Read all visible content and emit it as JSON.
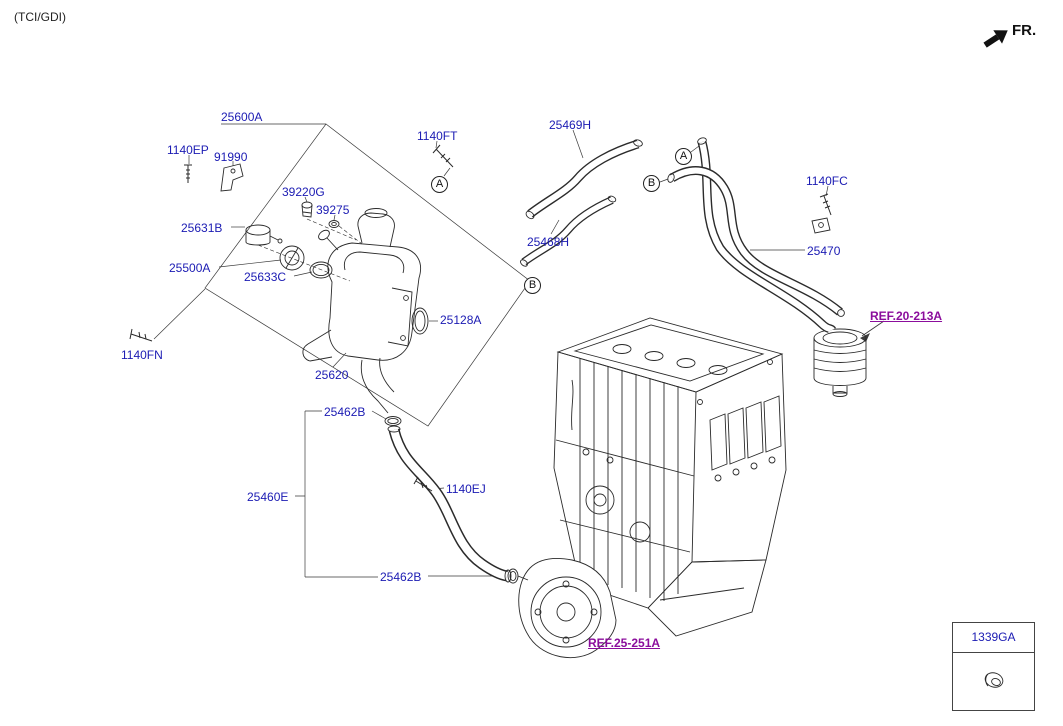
{
  "page": {
    "variant_label": "(TCI/GDI)",
    "fr_label": "FR."
  },
  "colors": {
    "label_blue": "#1b1bb3",
    "ref_purple": "#8b0d9c",
    "line_dark": "#2b2b2b"
  },
  "labels": [
    {
      "text": "25600A"
    },
    {
      "text": "1140EP"
    },
    {
      "text": "91990"
    },
    {
      "text": "39220G"
    },
    {
      "text": "39275"
    },
    {
      "text": "25631B"
    },
    {
      "text": "25500A"
    },
    {
      "text": "25633C"
    },
    {
      "text": "25128A"
    },
    {
      "text": "1140FN"
    },
    {
      "text": "25620"
    },
    {
      "text": "25462B"
    },
    {
      "text": "25460E"
    },
    {
      "text": "1140EJ"
    },
    {
      "text": "25462B"
    },
    {
      "text": "1140FT"
    },
    {
      "text": "25469H"
    },
    {
      "text": "25468H"
    },
    {
      "text": "1140FC"
    },
    {
      "text": "25470"
    }
  ],
  "refs": [
    {
      "text": "REF.20-213A"
    },
    {
      "text": "REF.25-251A"
    }
  ],
  "callouts": [
    {
      "letter": "A"
    },
    {
      "letter": "B"
    },
    {
      "letter": "A"
    },
    {
      "letter": "B"
    }
  ],
  "legend": {
    "part_number": "1339GA"
  },
  "icons": {
    "fr_arrow": "northeast-direction-arrow",
    "legend_symbol": "grommet"
  }
}
